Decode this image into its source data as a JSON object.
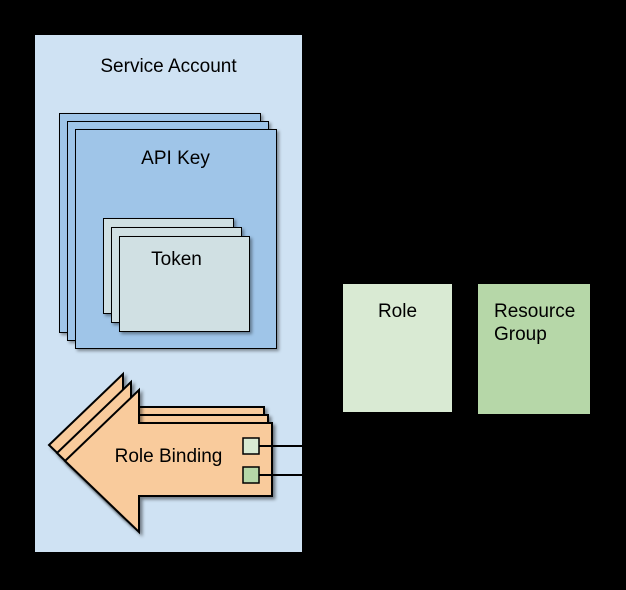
{
  "canvas": {
    "background": "#000000",
    "border_color": "#000000"
  },
  "nodes": {
    "service_account": {
      "label": "Service Account",
      "fill": "#cfe2f3"
    },
    "api_key": {
      "label": "API Key",
      "fill": "#9fc5e8",
      "stack_count": 3
    },
    "token": {
      "label": "Token",
      "fill": "#d0e0e3",
      "stack_count": 3
    },
    "role_binding": {
      "label": "Role Binding",
      "fill": "#f9cb9c",
      "stack_count": 3
    },
    "role": {
      "label": "Role",
      "fill": "#d9ead3"
    },
    "resource_group": {
      "label": "Resource Group",
      "fill": "#b6d7a8"
    }
  },
  "connectors": [
    {
      "name": "role-binding-to-role",
      "swatch_fill": "#d9ead3",
      "line_color": "#000000"
    },
    {
      "name": "role-binding-to-resource-group",
      "swatch_fill": "#b6d7a8",
      "line_color": "#000000"
    }
  ]
}
